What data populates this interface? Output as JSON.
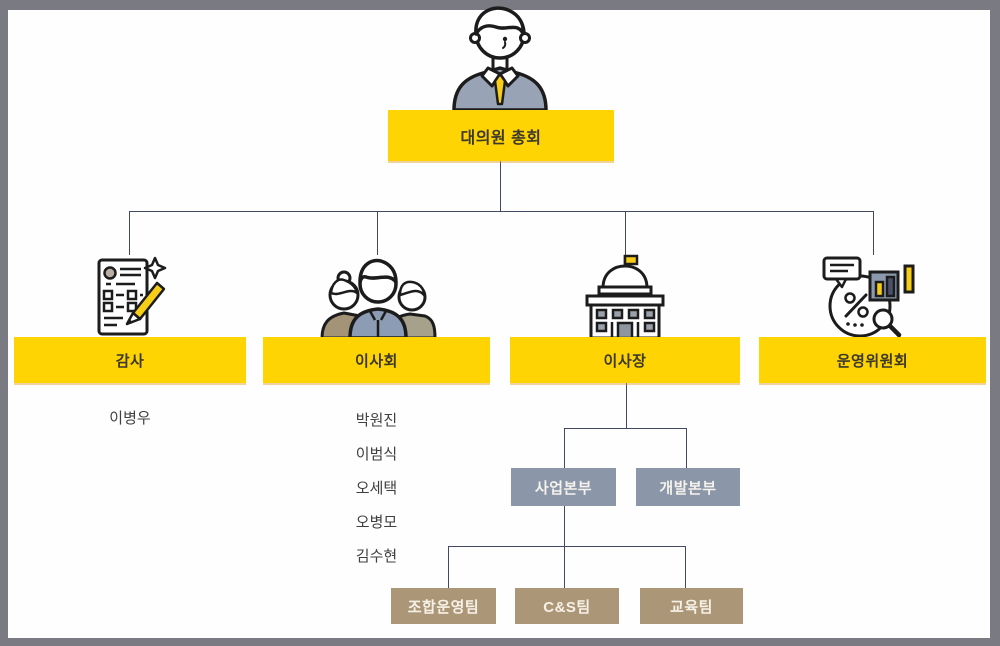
{
  "org": {
    "root": {
      "label": "대의원 총회"
    },
    "branches": [
      {
        "label": "감사",
        "members": [
          "이병우"
        ]
      },
      {
        "label": "이사회",
        "members": [
          "박원진",
          "이범식",
          "오세택",
          "오병모",
          "김수현"
        ]
      },
      {
        "label": "이사장",
        "members": []
      },
      {
        "label": "운영위원회",
        "members": []
      }
    ],
    "divisions": [
      {
        "label": "사업본부"
      },
      {
        "label": "개발본부"
      }
    ],
    "teams": [
      {
        "label": "조합운영팀"
      },
      {
        "label": "C&S팀"
      },
      {
        "label": "교육팀"
      }
    ]
  },
  "colors": {
    "node_yellow": "#ffd402",
    "node_slate": "#8b96a9",
    "node_tan": "#ac9678",
    "connector": "#434965",
    "frame_border": "#7a7a83",
    "icon_accent_yellow": "#f7ce17",
    "icon_suit_blue": "#8c9cb4",
    "icon_khaki": "#a39478",
    "icon_gray_green": "#a5a18b"
  }
}
